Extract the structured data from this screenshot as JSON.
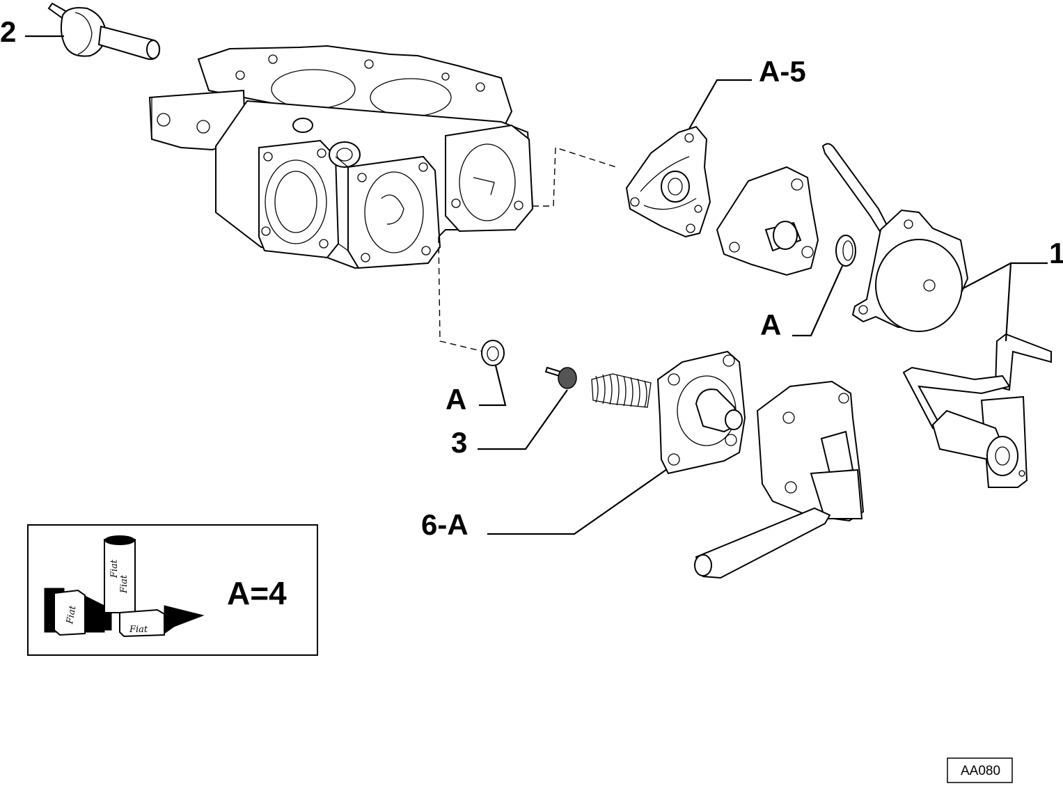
{
  "callouts": {
    "c2": "2",
    "a5": "A-5",
    "c1": "1",
    "a_right": "A",
    "a_left": "A",
    "c3": "3",
    "c6a": "6-A"
  },
  "legend": {
    "label": "A=4",
    "can_text_1": "Fiat",
    "can_text_2": "Fiat",
    "box_text_1": "Fiat",
    "box_text_2": "Fiat"
  },
  "reference": {
    "code": "AA080"
  }
}
